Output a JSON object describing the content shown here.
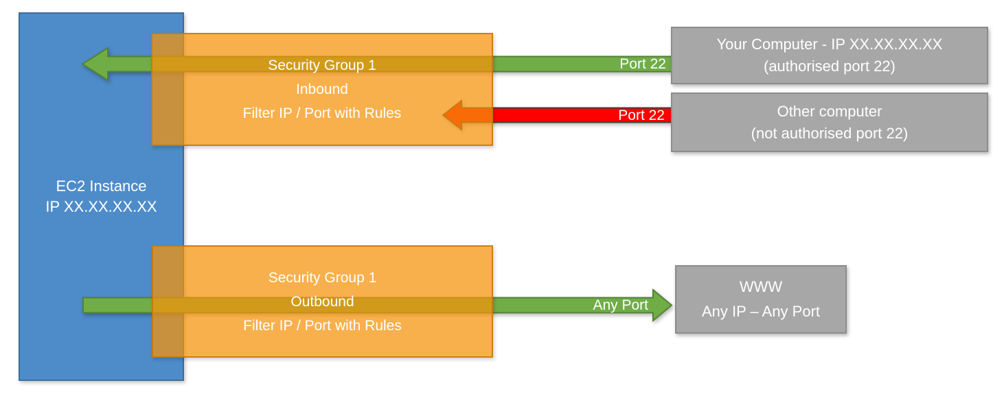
{
  "colors": {
    "blue_fill": "#4E8CC9",
    "blue_border": "#3E6D9C",
    "orange_fill": "#F59307",
    "orange_opacity": "0.73",
    "orange_border": "#C17808",
    "green_fill": "#70AD47",
    "green_border": "#538135",
    "red_fill": "#FF0000",
    "red_border": "#3F3F3F",
    "gray_fill": "#A7A7A7",
    "gray_border": "#8C8C8C",
    "text": "#FFFFFF"
  },
  "ec2": {
    "line1": "EC2 Instance",
    "line2": "IP XX.XX.XX.XX"
  },
  "security_group_inbound": {
    "line1": "Security Group 1",
    "line2": "Inbound",
    "line3": "Filter IP / Port with Rules"
  },
  "security_group_outbound": {
    "line1": "Security Group 1",
    "line2": "Outbound",
    "line3": "Filter IP / Port with Rules"
  },
  "your_computer": {
    "line1": "Your Computer - IP XX.XX.XX.XX",
    "line2": "(authorised port 22)"
  },
  "other_computer": {
    "line1": "Other computer",
    "line2": "(not authorised port 22)"
  },
  "www": {
    "line1": "WWW",
    "line2": "Any IP – Any Port"
  },
  "arrow_labels": {
    "inbound_allowed": "Port 22",
    "inbound_blocked": "Port 22",
    "outbound": "Any Port"
  }
}
